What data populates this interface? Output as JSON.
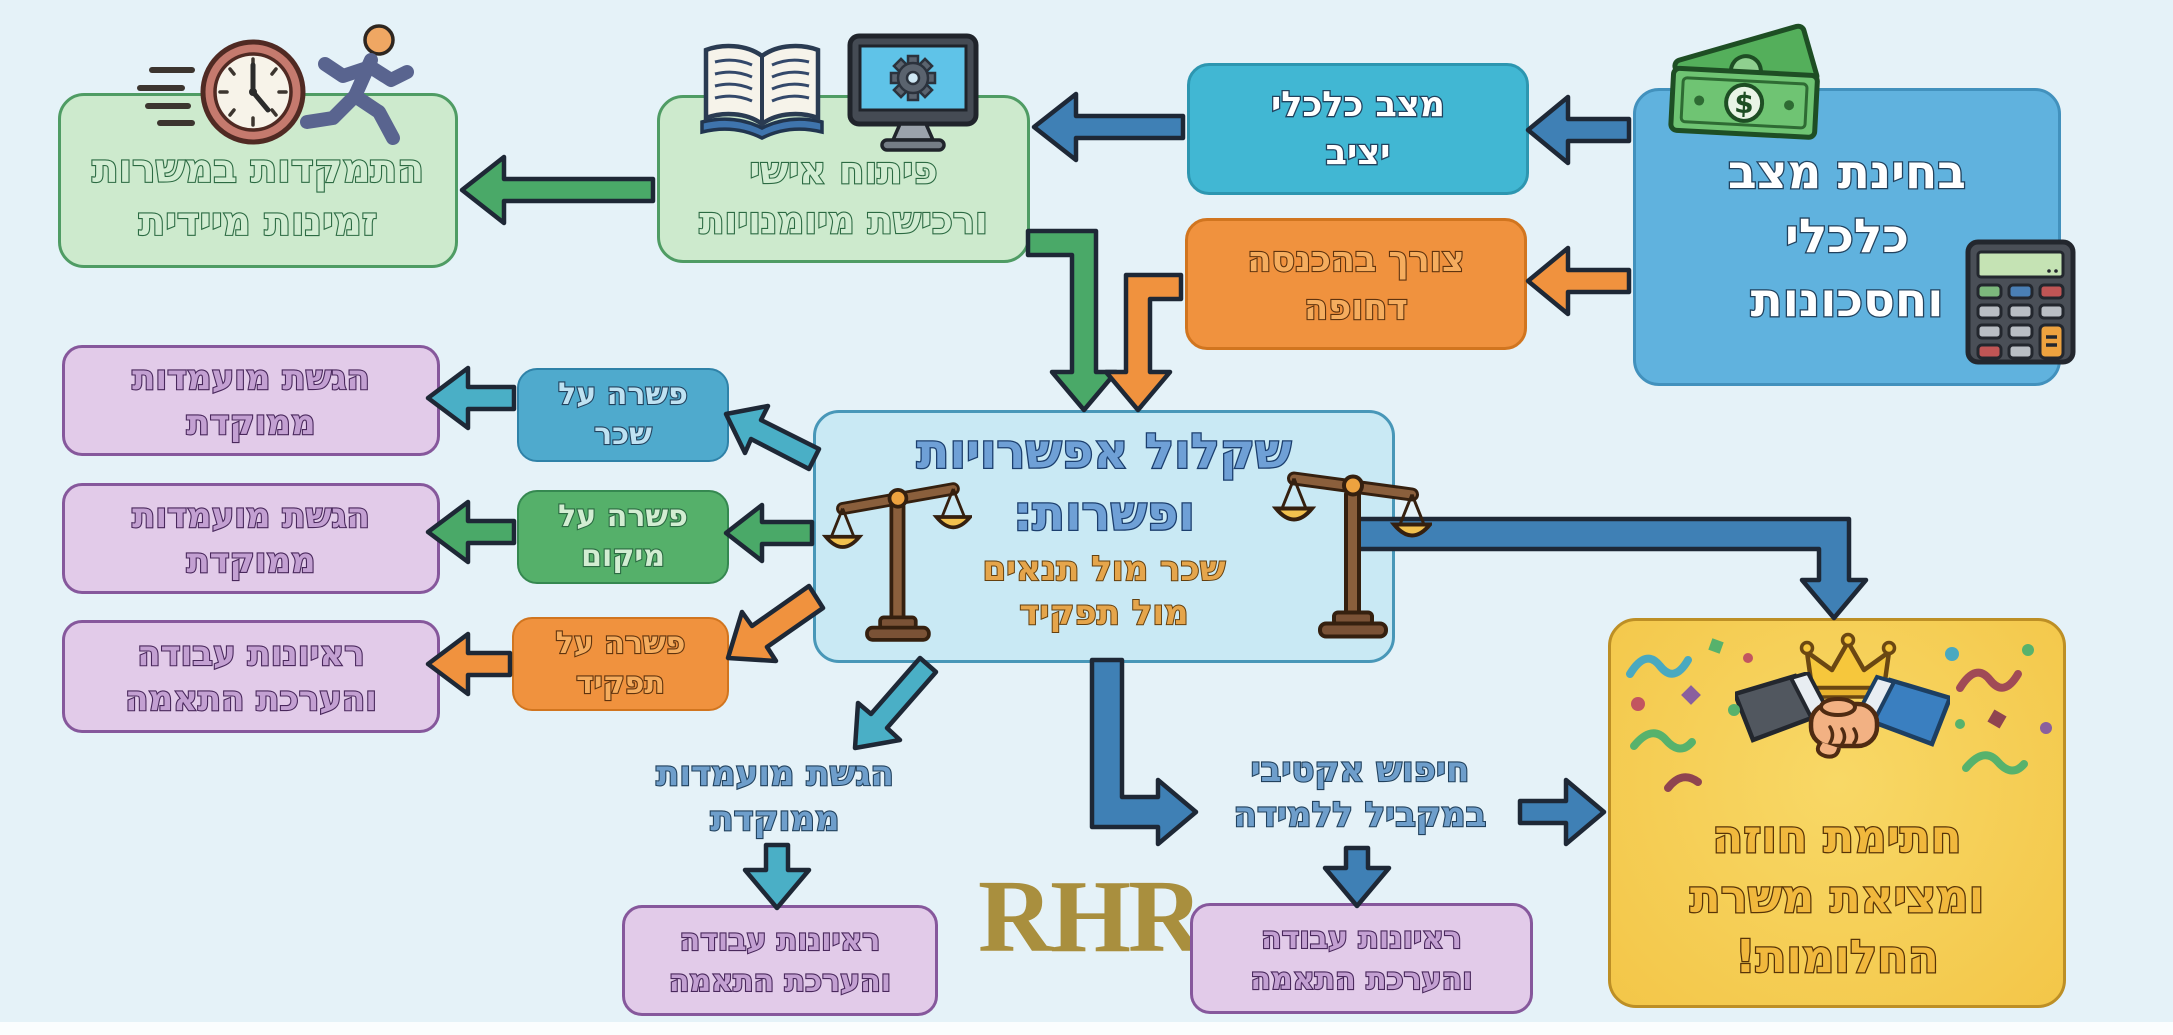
{
  "colors": {
    "bg": "#e5f2f8",
    "box_blue_big": "#60b2de",
    "border_blue_big": "#4291bd",
    "box_teal": "#41b7d3",
    "border_teal": "#2d96b0",
    "box_orange": "#f0923e",
    "border_orange": "#d1751f",
    "box_green_light": "#cdeacd",
    "border_green": "#4f9c64",
    "box_green_mid": "#55b06a",
    "border_green_mid": "#358850",
    "box_blue_small": "#4faacd",
    "border_blue_small": "#2f82a8",
    "box_central": "#c9e9f4",
    "border_central": "#4897b8",
    "box_purple": "#e2cbe9",
    "border_purple": "#86589c",
    "box_gold": "#f3c648",
    "box_gold_light": "#f8d866",
    "border_gold": "#bd8f25",
    "arrow_blue": "#3f80b5",
    "arrow_teal": "#4aafc6",
    "arrow_green": "#4aa968",
    "arrow_orange": "#f0923e",
    "arrow_outline": "#1e2836",
    "text_white": "#ffffff",
    "stroke_navy": "#22425e",
    "text_orange": "#f5ad5e",
    "stroke_brown": "#5f330e",
    "text_green": "#d2edd2",
    "stroke_green": "#2b6a42",
    "title_blue": "#6fa0d6",
    "title_stroke": "#1c3f6e",
    "sub_gold": "#e5a54b",
    "sub_stroke": "#64400f",
    "text_purple": "#c3a0d2",
    "stroke_purple": "#49285c",
    "text_lblue": "#bfe2f2",
    "text_steel": "#6e9ecb",
    "text_dream": "#f1b83d",
    "stroke_dream": "#573408",
    "logo_gold": "#a98f3e"
  },
  "nodes": {
    "examine": {
      "lines": [
        "בחינת מצב",
        "כלכלי",
        "וחסכונות"
      ]
    },
    "stable": {
      "lines": [
        "מצב כלכלי",
        "יציב"
      ]
    },
    "urgent": {
      "lines": [
        "צורך בהכנסה",
        "דחופה"
      ]
    },
    "development": {
      "lines": [
        "פיתוח אישי",
        "ורכישת מיומנויות"
      ]
    },
    "immediate": {
      "lines": [
        "התמקדות במשרות",
        "זמינות מיידית"
      ]
    },
    "central": {
      "title_lines": [
        "שקלול אפשרויות",
        "ופשרות:"
      ],
      "subtitle_lines": [
        "שכר מול תנאים",
        "מול תפקיד"
      ]
    },
    "comp_salary": {
      "lines": [
        "פשרה על",
        "שכר"
      ]
    },
    "comp_location": {
      "lines": [
        "פשרה על",
        "מיקום"
      ]
    },
    "comp_role": {
      "lines": [
        "פשרה על",
        "תפקיד"
      ]
    },
    "apply1": {
      "lines": [
        "הגשת מועמדות",
        "ממוקדת"
      ]
    },
    "apply2": {
      "lines": [
        "הגשת מועמדות",
        "ממוקדת"
      ]
    },
    "interviews1": {
      "lines": [
        "ראיונות עבודה",
        "והערכת התאמה"
      ]
    },
    "apply_label": {
      "lines": [
        "הגשת מועמדות",
        "ממוקדת"
      ]
    },
    "interviews2": {
      "lines": [
        "ראיונות עבודה",
        "והערכת התאמה"
      ]
    },
    "active_search": {
      "lines": [
        "חיפוש אקטיבי",
        "במקביל ללמידה"
      ]
    },
    "interviews3": {
      "lines": [
        "ראיונות עבודה",
        "והערכת התאמה"
      ]
    },
    "dream": {
      "lines": [
        "חתימת חוזה",
        "ומציאת משרת",
        "החלומות!"
      ]
    }
  },
  "logo": {
    "text": "RHR"
  }
}
